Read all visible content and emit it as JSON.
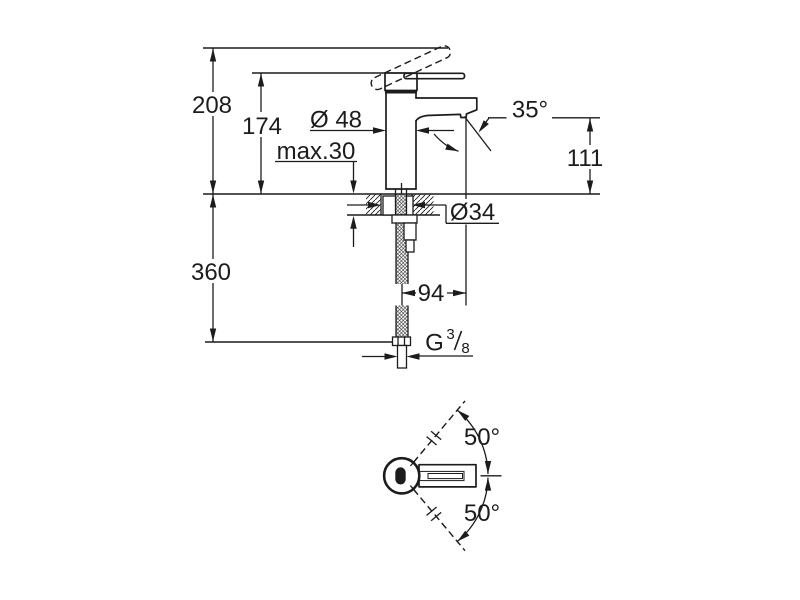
{
  "colors": {
    "ink": "#1c1c1c",
    "background": "#ffffff"
  },
  "side_view": {
    "dimensions": {
      "total_height": "208",
      "body_height": "174",
      "body_diameter": "Ø 48",
      "max_deck_thickness": "max.30",
      "spray_angle": "35°",
      "spout_height": "111",
      "hole_diameter": "Ø34",
      "below_deck_depth": "360",
      "spout_reach": "94",
      "connection": {
        "prefix": "G",
        "numerator": "3",
        "denominator": "8"
      }
    }
  },
  "top_view": {
    "swivel_angle_upper": "50°",
    "swivel_angle_lower": "50°"
  }
}
